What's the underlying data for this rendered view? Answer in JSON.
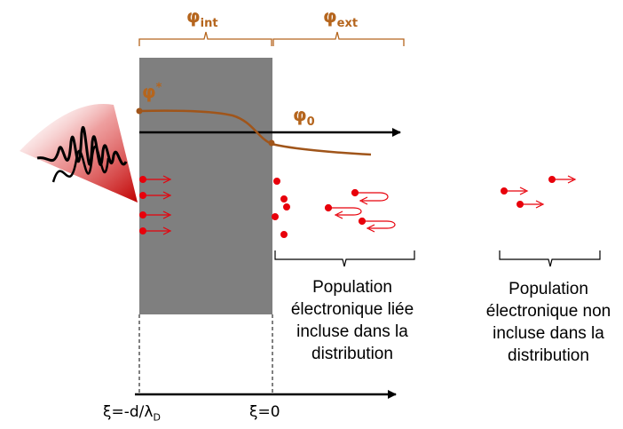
{
  "labels": {
    "phi_int_base": "φ",
    "phi_int_sub": "int",
    "phi_ext_base": "φ",
    "phi_ext_sub": "ext",
    "phi_star_base": "φ",
    "phi_star_sup": "*",
    "phi0_base": "φ",
    "phi0_sub": "0",
    "pop_bound": "Population\nélectronique liée\nincluse dans la\ndistribution",
    "pop_free": "Population\nélectronique non\nincluse dans la\ndistribution",
    "xi_left_prefix": "ξ=-d/λ",
    "xi_left_sub": "D",
    "xi_zero": "ξ=0"
  },
  "colors": {
    "slab": "#7f7f7f",
    "potential": "#a0551a",
    "label_brown": "#b5651d",
    "electron": "#e8000b",
    "axis": "#000000"
  }
}
